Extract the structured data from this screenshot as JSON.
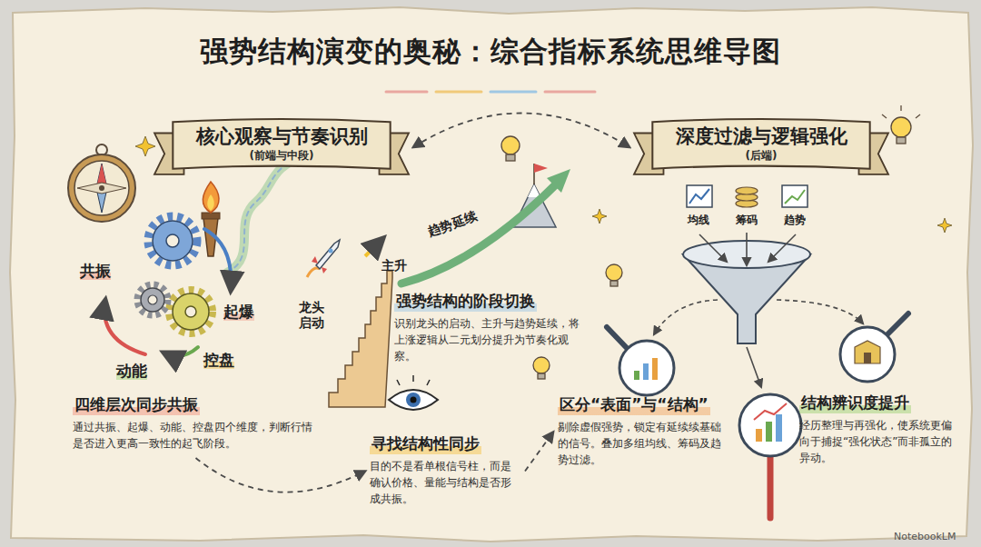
{
  "diagram": {
    "title": "强势结构演变的奥秘：综合指标系统思维导图",
    "nodes": [
      {
        "text": [
          "核心观察与节奏识别",
          "(前端与中段)"
        ]
      },
      {
        "text": [
          "深度过滤与逻辑强化",
          "(后端)"
        ]
      },
      {
        "text": [
          "四维层次同步共振",
          "通过共振、起爆、动能、控盘四个维度，判断行情是否进入更高一致性的起飞阶段。"
        ]
      },
      {
        "text": [
          "强势结构的阶段切换",
          "识别龙头的启动、主升与趋势延续，将上涨逻辑从二元划分提升为节奏化观察。"
        ]
      },
      {
        "text": [
          "寻找结构性同步",
          "目的不是看单根信号柱，而是确认价格、量能与结构是否形成共振。"
        ]
      },
      {
        "text": [
          "区分“表面”与“结构”",
          "剔除虚假强势，锁定有延续续基础的信号。叠加多组均线、筹码及趋势过滤。"
        ]
      },
      {
        "text": [
          "结构辨识度提升",
          "经历整理与再强化，使系统更偏向于捕捉“强化状态”而非孤立的异动。"
        ]
      }
    ],
    "edges": [
      {
        "from": 0,
        "to": 1,
        "arrow": "both"
      },
      {
        "from": 2,
        "to": 4,
        "arrow": "to"
      },
      {
        "from": 4,
        "to": 5,
        "arrow": "to"
      }
    ],
    "labels": [
      "共振",
      "起爆",
      "控盘",
      "动能",
      "龙头 启动",
      "主升",
      "趋势延续",
      "均线",
      "筹码",
      "趋势",
      "NotebookLM"
    ]
  }
}
